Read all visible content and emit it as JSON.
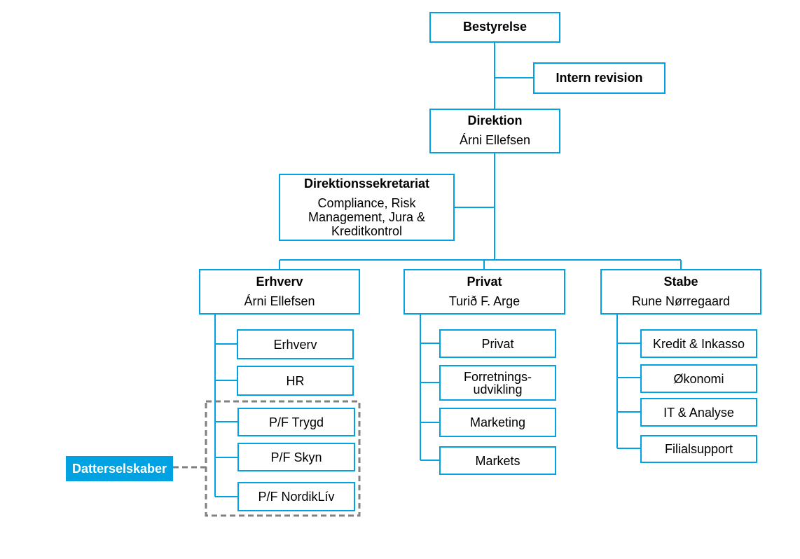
{
  "board": {
    "title": "Bestyrelse"
  },
  "audit": {
    "title": "Intern revision"
  },
  "executive": {
    "title": "Direktion",
    "name": "Árni Ellefsen"
  },
  "secretariat": {
    "title": "Direktionssekretariat",
    "desc": "Compliance, Risk Management, Jura & Kreditkontrol"
  },
  "divisions": [
    {
      "title": "Erhverv",
      "name": "Árni Ellefsen",
      "units": [
        "Erhverv",
        "HR",
        "P/F Trygd",
        "P/F Skyn",
        "P/F NordikLív"
      ]
    },
    {
      "title": "Privat",
      "name": "Turið F. Arge",
      "units": [
        "Privat",
        "Forretnings-udvikling",
        "Marketing",
        "Markets"
      ]
    },
    {
      "title": "Stabe",
      "name": "Rune Nørregaard",
      "units": [
        "Kredit & Inkasso",
        "Økonomi",
        "IT & Analyse",
        "Filialsupport"
      ]
    }
  ],
  "subsidiaries_label": "Datterselskaber",
  "colors": {
    "line": "#00a2e1",
    "dashed": "#808080",
    "tag_bg": "#00a2e1"
  }
}
